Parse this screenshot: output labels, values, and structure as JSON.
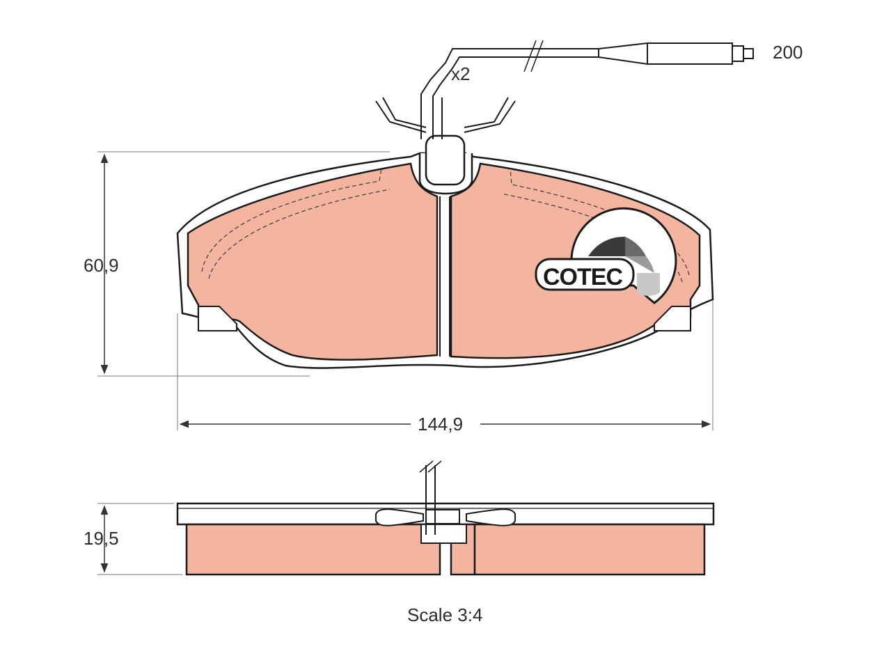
{
  "drawing": {
    "height_label": "60,9",
    "width_label": "144,9",
    "thickness_label": "19,5",
    "wire_length_label": "200",
    "quantity_label": "x2",
    "scale_label": "Scale 3:4",
    "logo_text": "COTEC"
  },
  "colors": {
    "pad_fill": "#f4b5a0",
    "backing_fill": "#ffffff",
    "stroke": "#1a1a1a",
    "dim_line": "#555555"
  }
}
